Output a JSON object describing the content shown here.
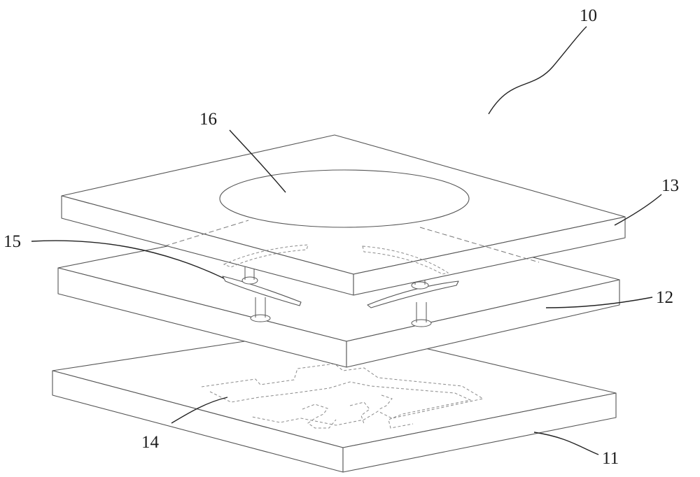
{
  "labels": {
    "assembly": "10",
    "bottom_substrate": "11",
    "middle_substrate": "12",
    "top_substrate": "13",
    "feed_line": "14",
    "coupling_element": "15",
    "radiating_patch": "16"
  },
  "colors": {
    "line": "#555555",
    "text": "#1a1a1a",
    "background": "#ffffff"
  }
}
